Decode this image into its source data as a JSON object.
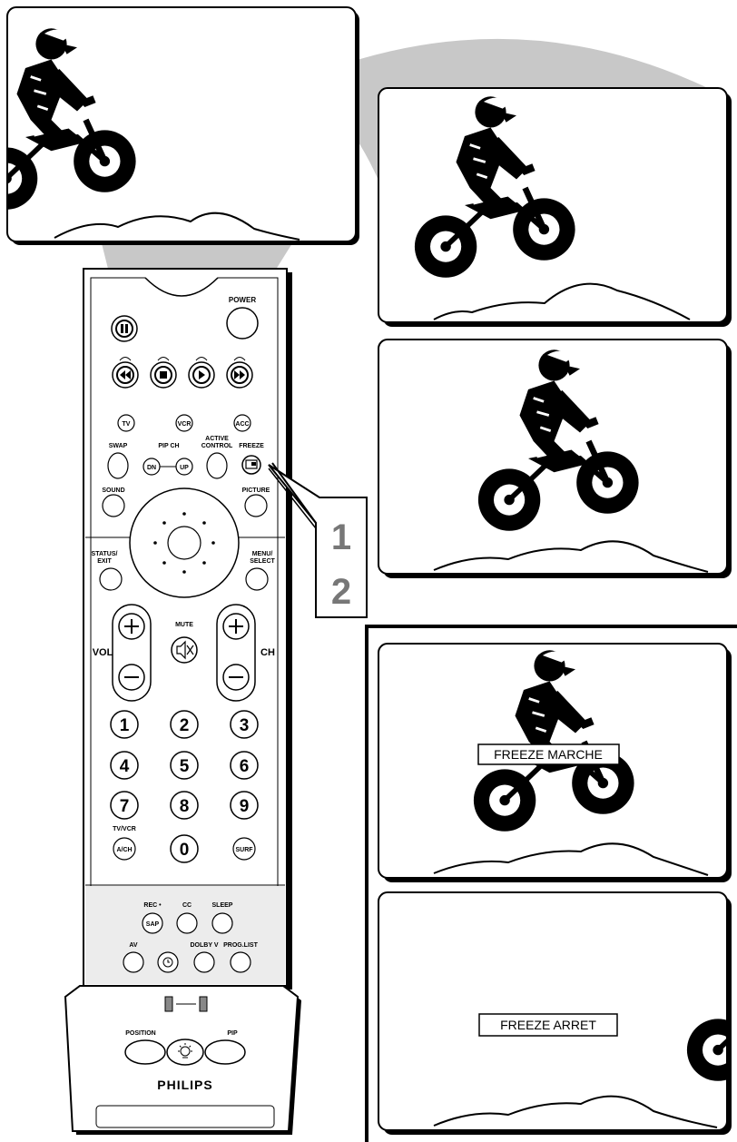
{
  "remote": {
    "power": "POWER",
    "tv": "TV",
    "vcr": "VCR",
    "acc": "ACC",
    "swap": "SWAP",
    "pip_ch": "PIP CH",
    "dn": "DN",
    "up": "UP",
    "active_control_1": "ACTIVE",
    "active_control_2": "CONTROL",
    "freeze": "FREEZE",
    "sound": "SOUND",
    "picture": "PICTURE",
    "status_1": "STATUS/",
    "status_2": "EXIT",
    "menu_1": "MENU/",
    "menu_2": "SELECT",
    "mute": "MUTE",
    "vol": "VOL",
    "ch": "CH",
    "digits": [
      "1",
      "2",
      "3",
      "4",
      "5",
      "6",
      "7",
      "8",
      "9",
      "0"
    ],
    "tvvcr": "TV/VCR",
    "ach": "A/CH",
    "surf": "SURF",
    "rec": "REC •",
    "cc": "CC",
    "sleep": "SLEEP",
    "sap": "SAP",
    "av": "AV",
    "dolby": "DOLBY V",
    "proglist": "PROG.LIST",
    "position": "POSITION",
    "pip": "PIP",
    "brand": "PHILIPS"
  },
  "steps": [
    "1",
    "2"
  ],
  "osd": {
    "freeze_on": "FREEZE MARCHE",
    "freeze_off": "FREEZE ARRET"
  }
}
